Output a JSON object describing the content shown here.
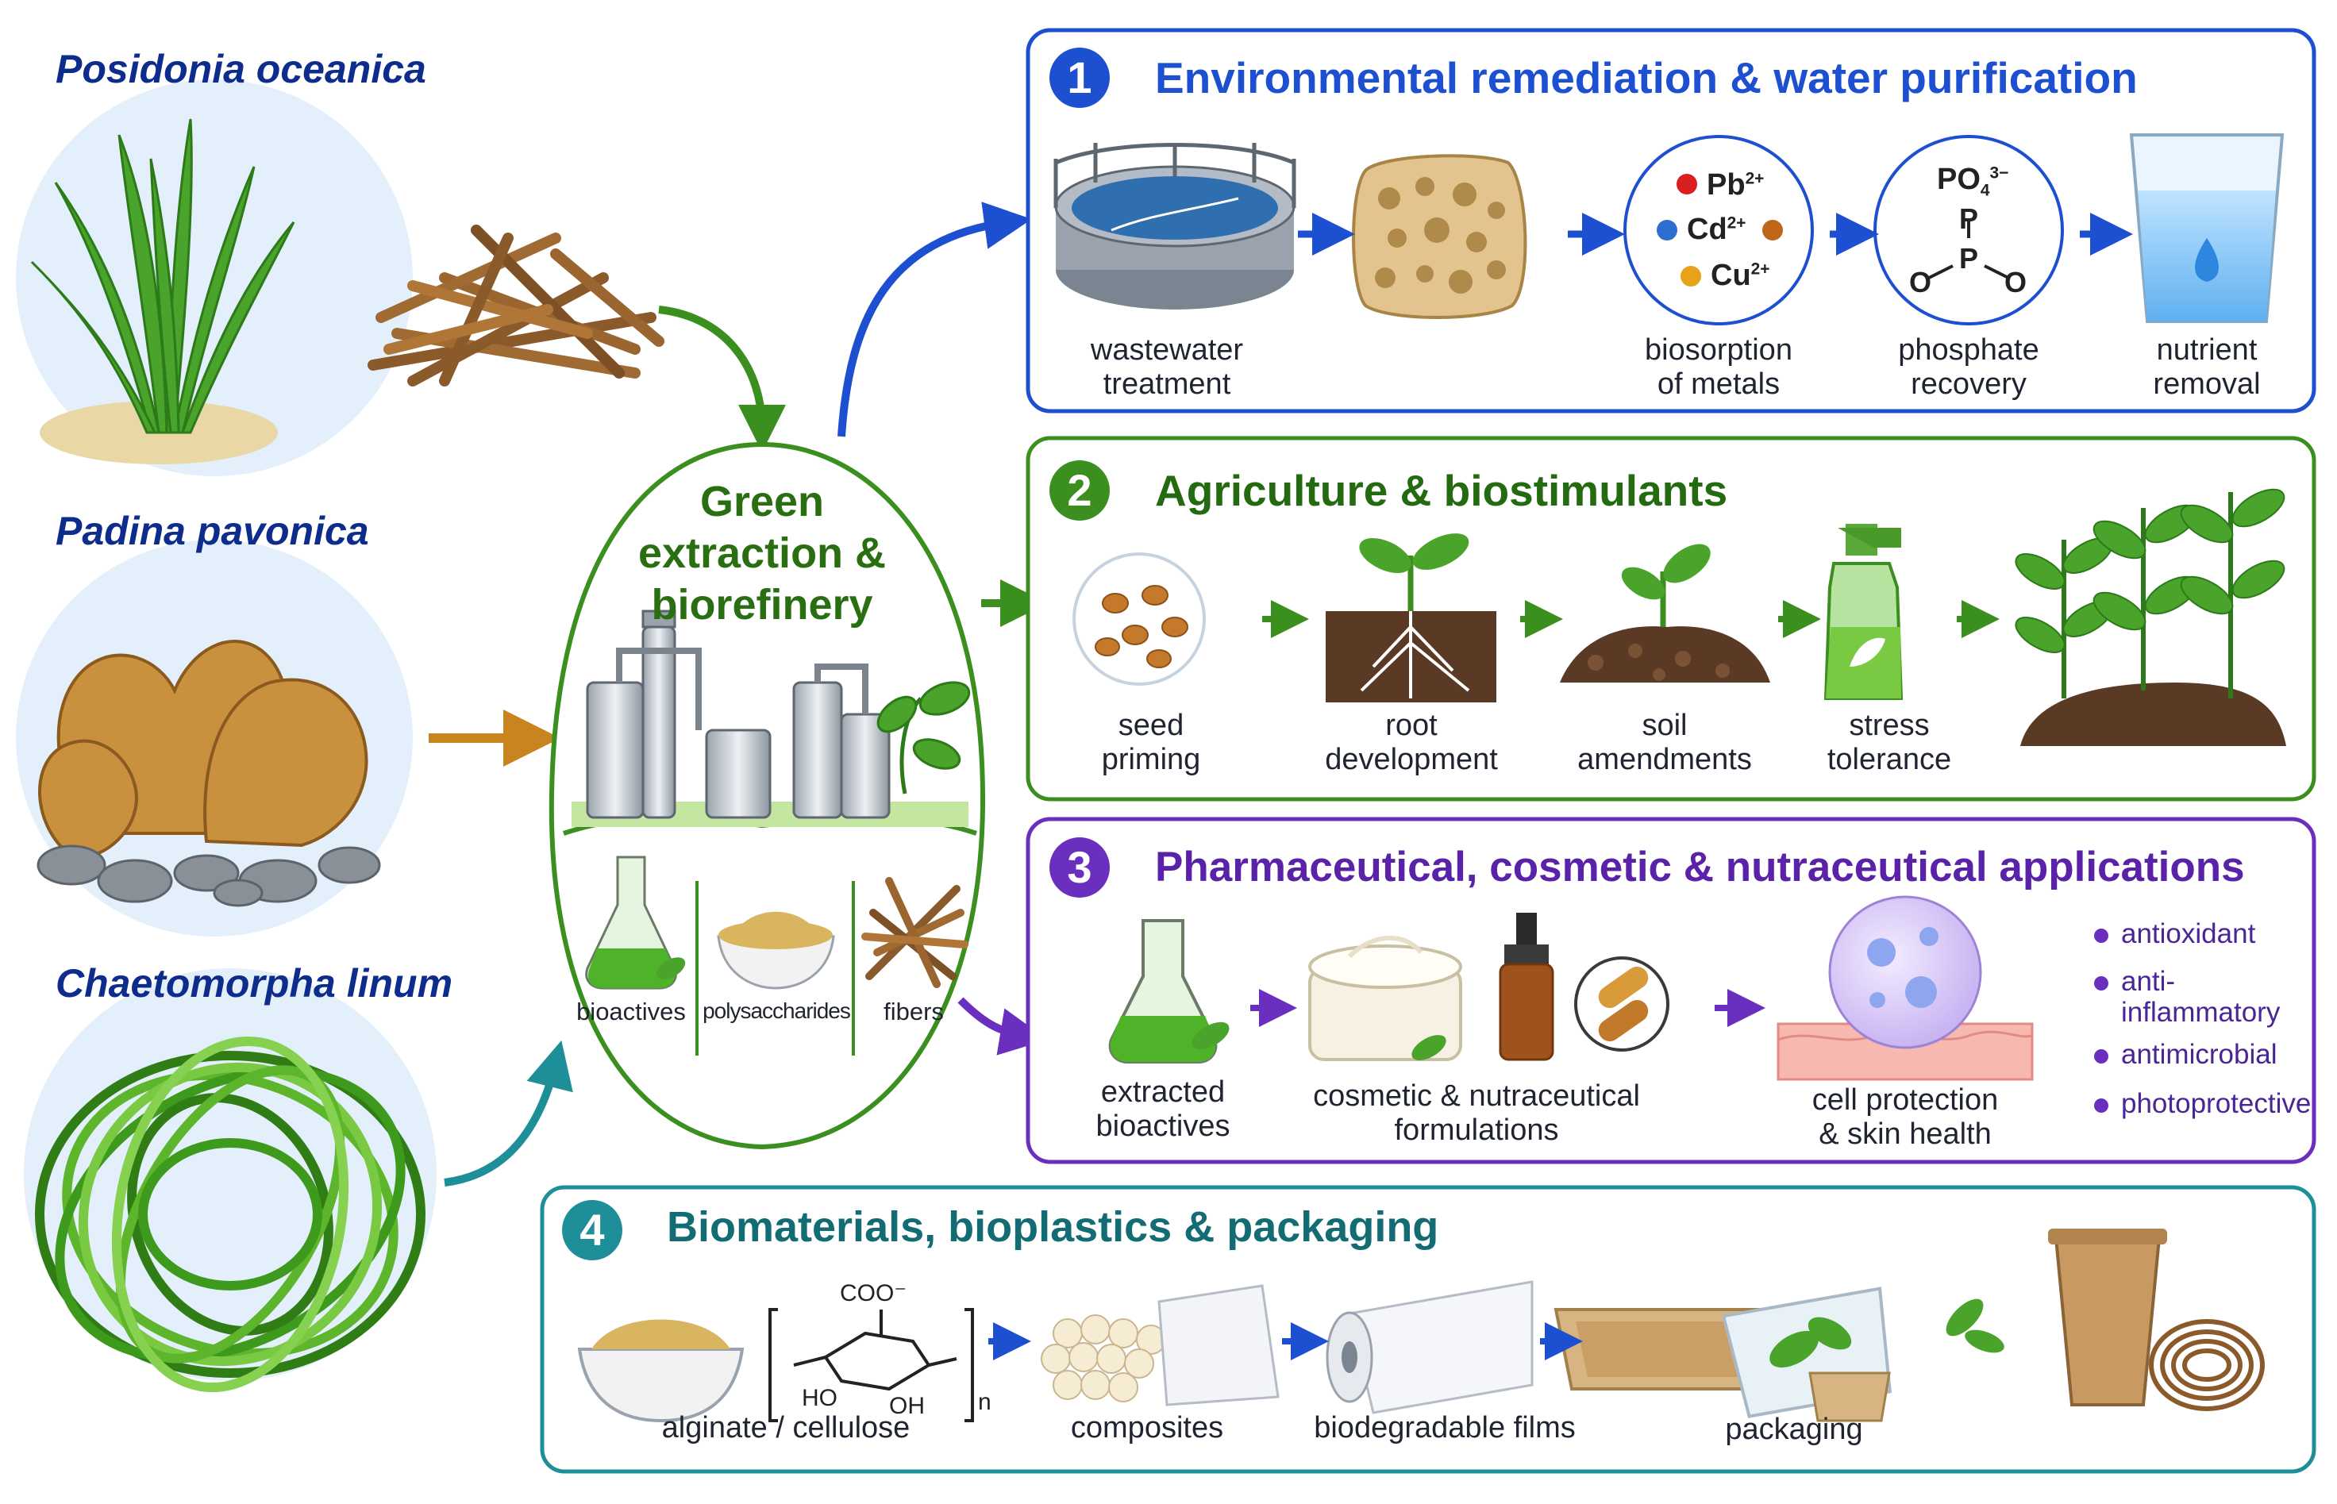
{
  "colors": {
    "blue": "#1d4fd1",
    "green": "#3a8f1e",
    "purple": "#6b2fc0",
    "teal": "#1e8f98",
    "navy_text": "#0d2c8c"
  },
  "sources": [
    {
      "name": "Posidonia oceanica"
    },
    {
      "name": "Padina pavonica"
    },
    {
      "name": "Chaetomorpha linum"
    }
  ],
  "center": {
    "title_lines": [
      "Green",
      "extraction &",
      "biorefinery"
    ],
    "outputs": [
      "bioactives",
      "polysaccharides",
      "fibers"
    ]
  },
  "panels": [
    {
      "number": "1",
      "title": "Environmental remediation & water purification",
      "steps": [
        {
          "line1": "wastewater",
          "line2": "treatment"
        },
        {
          "line1": "biosorption",
          "line2": "of metals"
        },
        {
          "line1": "phosphate",
          "line2": "recovery"
        },
        {
          "line1": "nutrient",
          "line2": "removal"
        }
      ],
      "metals": [
        {
          "symbol": "Pb",
          "charge": "2+"
        },
        {
          "symbol": "Cd",
          "charge": "2+"
        },
        {
          "symbol": "Cu",
          "charge": "2+"
        }
      ],
      "phosphate": {
        "formula": "PO",
        "sub": "4",
        "sup": "3−",
        "p": "P",
        "o_left": "O",
        "o_right": "O"
      }
    },
    {
      "number": "2",
      "title": "Agriculture & biostimulants",
      "steps": [
        {
          "line1": "seed",
          "line2": "priming"
        },
        {
          "line1": "root",
          "line2": "development"
        },
        {
          "line1": "soil",
          "line2": "amendments"
        },
        {
          "line1": "stress",
          "line2": "tolerance"
        }
      ]
    },
    {
      "number": "3",
      "title": "Pharmaceutical, cosmetic & nutraceutical applications",
      "steps": [
        {
          "line1": "extracted",
          "line2": "bioactives"
        },
        {
          "line1": "cosmetic & nutraceutical",
          "line2": "formulations"
        },
        {
          "line1": "cell protection",
          "line2": "& skin health"
        }
      ],
      "benefits": [
        "antioxidant",
        "anti-\ninflammatory",
        "antimicrobial",
        "photoprotective"
      ]
    },
    {
      "number": "4",
      "title": "Biomaterials, bioplastics & packaging",
      "steps": [
        "alginate / cellulose",
        "composites",
        "biodegradable films",
        "packaging"
      ],
      "structure": {
        "group": "COO⁻",
        "ho": "HO",
        "oh": "OH",
        "n": "n"
      }
    }
  ]
}
